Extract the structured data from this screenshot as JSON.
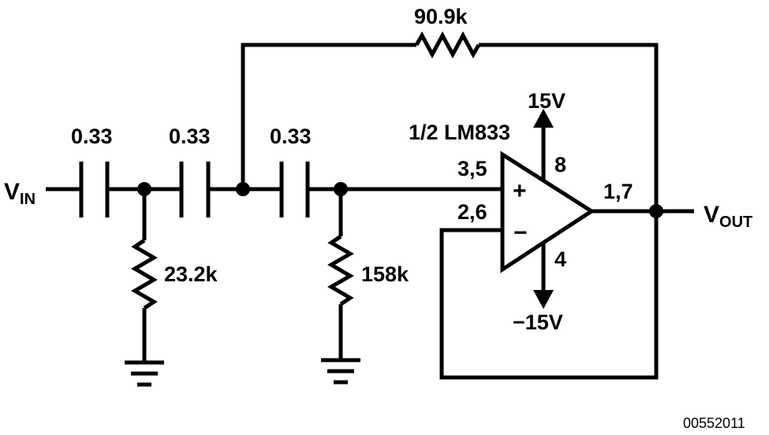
{
  "diagram": {
    "input_label": {
      "main": "V",
      "sub": "IN"
    },
    "output_label": {
      "main": "V",
      "sub": "OUT"
    },
    "capacitors": [
      {
        "value": "0.33"
      },
      {
        "value": "0.33"
      },
      {
        "value": "0.33"
      }
    ],
    "resistors": [
      {
        "value": "90.9k"
      },
      {
        "value": "23.2k"
      },
      {
        "value": "158k"
      }
    ],
    "opamp": {
      "part": "1/2 LM833",
      "noninverting_pins": "3,5",
      "inverting_pins": "2,6",
      "output_pins": "1,7",
      "vplus_pin": "8",
      "vminus_pin": "4",
      "plus_sign": "+",
      "minus_sign": "−"
    },
    "supply_positive": "15V",
    "supply_negative": "−15V",
    "figure_id": "00552011"
  }
}
